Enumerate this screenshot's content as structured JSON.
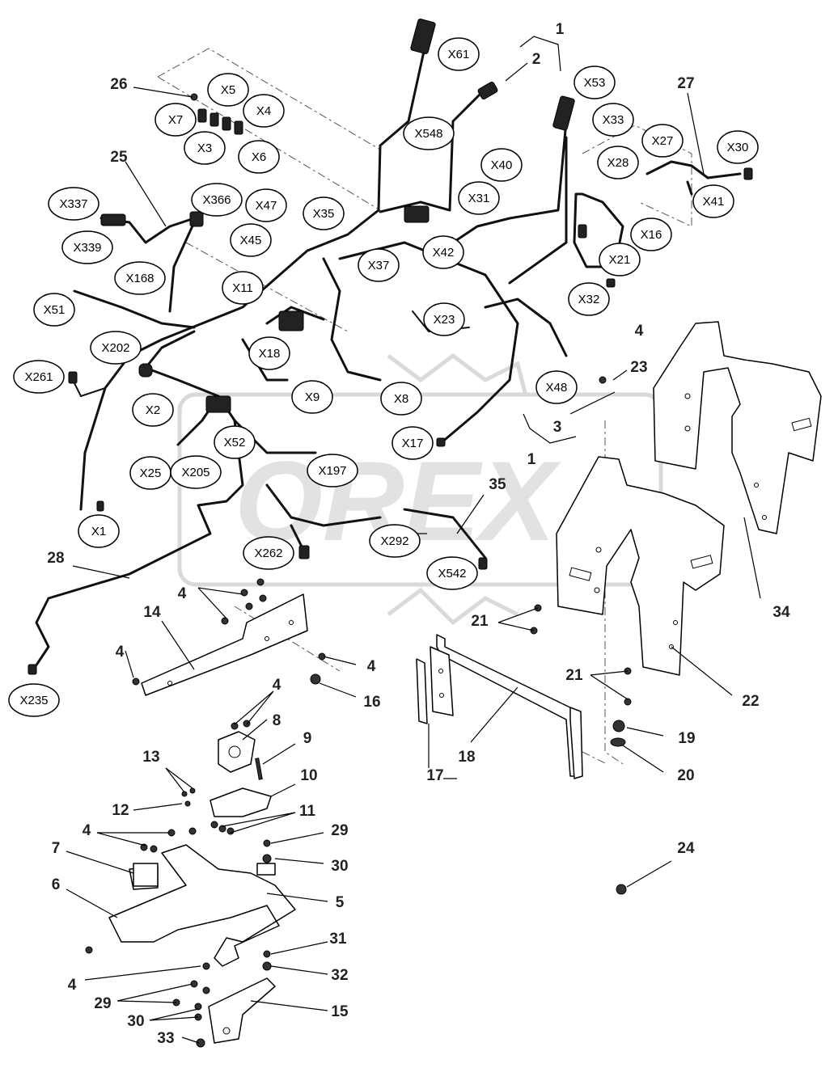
{
  "watermark": "OREX",
  "connectors": [
    {
      "id": "X61",
      "label": "X61"
    },
    {
      "id": "X53",
      "label": "X53"
    },
    {
      "id": "X5",
      "label": "X5"
    },
    {
      "id": "X4",
      "label": "X4"
    },
    {
      "id": "X7",
      "label": "X7"
    },
    {
      "id": "X3",
      "label": "X3"
    },
    {
      "id": "X6",
      "label": "X6"
    },
    {
      "id": "X33",
      "label": "X33"
    },
    {
      "id": "X548",
      "label": "X548"
    },
    {
      "id": "X27",
      "label": "X27"
    },
    {
      "id": "X30",
      "label": "X30"
    },
    {
      "id": "X40",
      "label": "X40"
    },
    {
      "id": "X28",
      "label": "X28"
    },
    {
      "id": "X337",
      "label": "X337"
    },
    {
      "id": "X366",
      "label": "X366"
    },
    {
      "id": "X47",
      "label": "X47"
    },
    {
      "id": "X35",
      "label": "X35"
    },
    {
      "id": "X31",
      "label": "X31"
    },
    {
      "id": "X41",
      "label": "X41"
    },
    {
      "id": "X339",
      "label": "X339"
    },
    {
      "id": "X45",
      "label": "X45"
    },
    {
      "id": "X16",
      "label": "X16"
    },
    {
      "id": "X42",
      "label": "X42"
    },
    {
      "id": "X37",
      "label": "X37"
    },
    {
      "id": "X21",
      "label": "X21"
    },
    {
      "id": "X168",
      "label": "X168"
    },
    {
      "id": "X11",
      "label": "X11"
    },
    {
      "id": "X32",
      "label": "X32"
    },
    {
      "id": "X51",
      "label": "X51"
    },
    {
      "id": "X23",
      "label": "X23"
    },
    {
      "id": "X202",
      "label": "X202"
    },
    {
      "id": "X18",
      "label": "X18"
    },
    {
      "id": "X261",
      "label": "X261"
    },
    {
      "id": "X48",
      "label": "X48"
    },
    {
      "id": "X9",
      "label": "X9"
    },
    {
      "id": "X8",
      "label": "X8"
    },
    {
      "id": "X2",
      "label": "X2"
    },
    {
      "id": "X52",
      "label": "X52"
    },
    {
      "id": "X17",
      "label": "X17"
    },
    {
      "id": "X25",
      "label": "X25"
    },
    {
      "id": "X205",
      "label": "X205"
    },
    {
      "id": "X197",
      "label": "X197"
    },
    {
      "id": "X1",
      "label": "X1"
    },
    {
      "id": "X292",
      "label": "X292"
    },
    {
      "id": "X262",
      "label": "X262"
    },
    {
      "id": "X542",
      "label": "X542"
    },
    {
      "id": "X235",
      "label": "X235"
    }
  ],
  "parts": [
    {
      "id": "p1a",
      "label": "1"
    },
    {
      "id": "p2",
      "label": "2"
    },
    {
      "id": "p26",
      "label": "26"
    },
    {
      "id": "p27",
      "label": "27"
    },
    {
      "id": "p25",
      "label": "25"
    },
    {
      "id": "p4a",
      "label": "4"
    },
    {
      "id": "p23",
      "label": "23"
    },
    {
      "id": "p3",
      "label": "3"
    },
    {
      "id": "p1b",
      "label": "1"
    },
    {
      "id": "p35",
      "label": "35"
    },
    {
      "id": "p28",
      "label": "28"
    },
    {
      "id": "p4b",
      "label": "4"
    },
    {
      "id": "p14",
      "label": "14"
    },
    {
      "id": "p34",
      "label": "34"
    },
    {
      "id": "p4c",
      "label": "4"
    },
    {
      "id": "p21a",
      "label": "21"
    },
    {
      "id": "p4d",
      "label": "4"
    },
    {
      "id": "p16",
      "label": "16"
    },
    {
      "id": "p21b",
      "label": "21"
    },
    {
      "id": "p22",
      "label": "22"
    },
    {
      "id": "p4e",
      "label": "4"
    },
    {
      "id": "p8",
      "label": "8"
    },
    {
      "id": "p9",
      "label": "9"
    },
    {
      "id": "p19",
      "label": "19"
    },
    {
      "id": "p13",
      "label": "13"
    },
    {
      "id": "p18",
      "label": "18"
    },
    {
      "id": "p17",
      "label": "17"
    },
    {
      "id": "p20",
      "label": "20"
    },
    {
      "id": "p10",
      "label": "10"
    },
    {
      "id": "p12",
      "label": "12"
    },
    {
      "id": "p11",
      "label": "11"
    },
    {
      "id": "p4f",
      "label": "4"
    },
    {
      "id": "p29a",
      "label": "29"
    },
    {
      "id": "p7",
      "label": "7"
    },
    {
      "id": "p30a",
      "label": "30"
    },
    {
      "id": "p24",
      "label": "24"
    },
    {
      "id": "p6",
      "label": "6"
    },
    {
      "id": "p5",
      "label": "5"
    },
    {
      "id": "p31",
      "label": "31"
    },
    {
      "id": "p4g",
      "label": "4"
    },
    {
      "id": "p32",
      "label": "32"
    },
    {
      "id": "p29b",
      "label": "29"
    },
    {
      "id": "p15",
      "label": "15"
    },
    {
      "id": "p30b",
      "label": "30"
    },
    {
      "id": "p33",
      "label": "33"
    }
  ]
}
